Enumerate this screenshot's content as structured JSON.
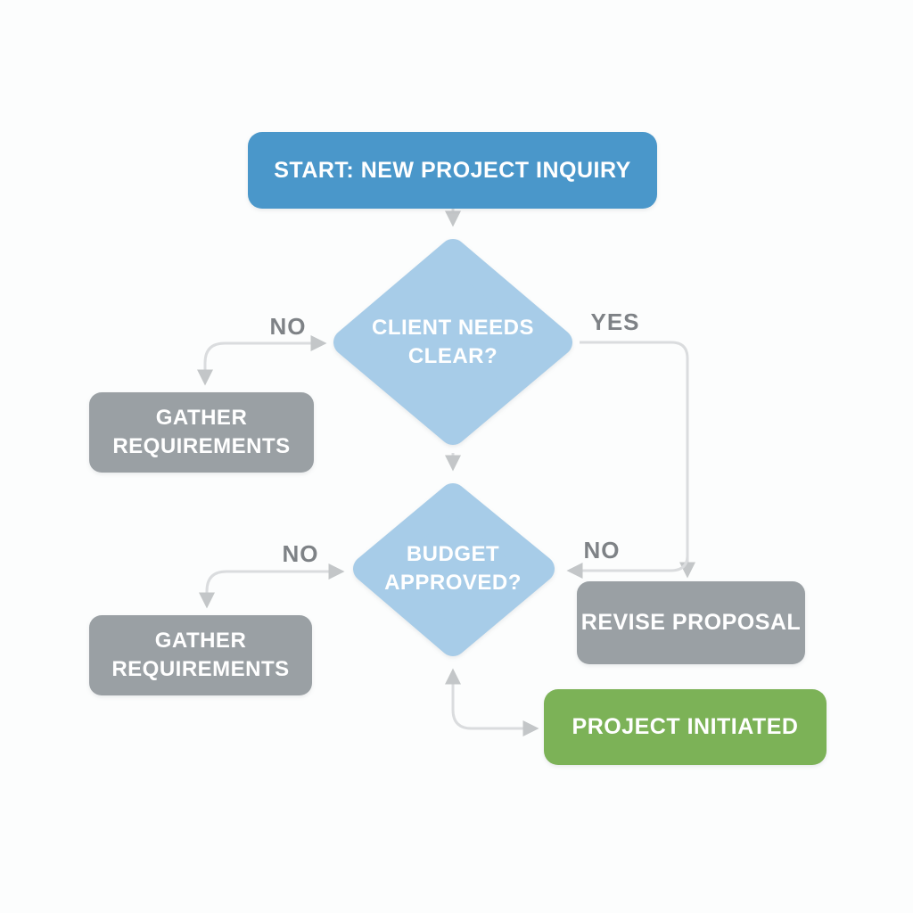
{
  "colors": {
    "start_fill": "#4a97ca",
    "decision_fill": "#a7cce8",
    "process_fill": "#9aa0a4",
    "success_fill": "#7cb257",
    "edge_line": "#dadcde",
    "arrowhead": "#c3c6c8",
    "edge_label_text": "#7e8286",
    "node_text": "#ffffff",
    "background": "#fcfdfd"
  },
  "flowchart": {
    "start": {
      "label": "START: NEW PROJECT INQUIRY"
    },
    "decision_client_needs": {
      "line1": "CLIENT NEEDS",
      "line2": "CLEAR?"
    },
    "gather_requirements_1": {
      "line1": "GATHER",
      "line2": "REQUIREMENTS"
    },
    "decision_budget": {
      "line1": "BUDGET",
      "line2": "APPROVED?"
    },
    "gather_requirements_2": {
      "line1": "GATHER",
      "line2": "REQUIREMENTS"
    },
    "revise_proposal": {
      "label": "REVISE PROPOSAL"
    },
    "project_initiated": {
      "label": "PROJECT INITIATED"
    },
    "edge_labels": {
      "client_needs_no": "NO",
      "client_needs_yes": "YES",
      "budget_no_left": "NO",
      "budget_no_right": "NO"
    }
  }
}
